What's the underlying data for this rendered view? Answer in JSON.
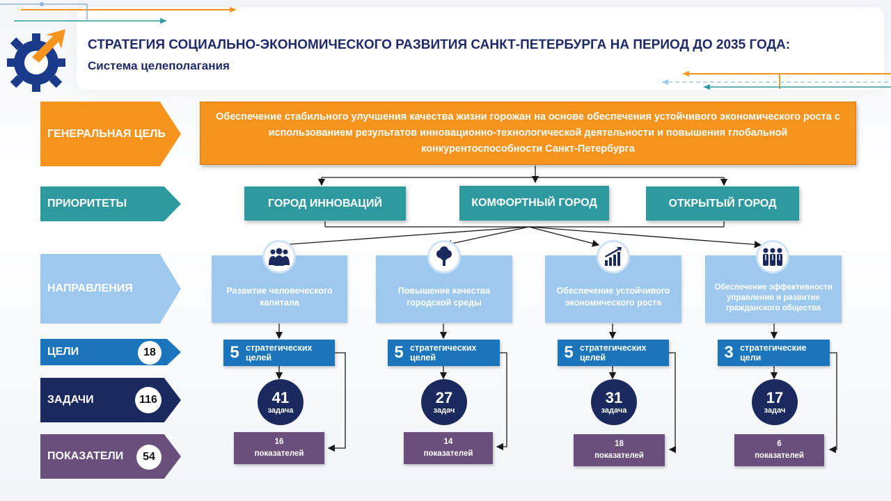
{
  "header": {
    "title": "СТРАТЕГИЯ СОЦИАЛЬНО-ЭКОНОМИЧЕСКОГО РАЗВИТИЯ САНКТ-ПЕТЕРБУРГА НА ПЕРИОД ДО 2035 ГОДА:",
    "subtitle": "Система целеполагания"
  },
  "colors": {
    "orange": "#f7941d",
    "teal": "#2e9aa0",
    "light_blue": "#9ec9ee",
    "blue": "#1b75bc",
    "navy": "#1b2a5e",
    "purple": "#6a4f7d",
    "title": "#1f2a6b"
  },
  "levels": [
    {
      "label": "ГЕНЕРАЛЬНАЯ ЦЕЛЬ",
      "count": ""
    },
    {
      "label": "ПРИОРИТЕТЫ",
      "count": ""
    },
    {
      "label": "НАПРАВЛЕНИЯ",
      "count": ""
    },
    {
      "label": "ЦЕЛИ",
      "count": "18"
    },
    {
      "label": "ЗАДАЧИ",
      "count": "116"
    },
    {
      "label": "ПОКАЗАТЕЛИ",
      "count": "54"
    }
  ],
  "general_goal": "Обеспечение стабильного улучшения качества жизни горожан на основе обеспечения устойчивого экономического роста с использованием результатов инновационно-технологической деятельности и повышения глобальной конкурентоспособности Санкт-Петербурга",
  "priorities": [
    "ГОРОД ИННОВАЦИЙ",
    "КОМФОРТНЫЙ ГОРОД",
    "ОТКРЫТЫЙ ГОРОД"
  ],
  "directions": [
    {
      "icon": "people-group-icon",
      "label": "Развитие человеческого капитала",
      "goals_num": "5",
      "goals_label": "стратегических целей",
      "tasks_num": "41",
      "tasks_label": "задача",
      "ind_num": "16",
      "ind_label": "показателей"
    },
    {
      "icon": "tree-icon",
      "label": "Повышение качества городской среды",
      "goals_num": "5",
      "goals_label": "стратегических целей",
      "tasks_num": "27",
      "tasks_label": "задач",
      "ind_num": "14",
      "ind_label": "показателей"
    },
    {
      "icon": "growth-chart-icon",
      "label": "Обеспечение устойчивого экономического роста",
      "goals_num": "5",
      "goals_label": "стратегических целей",
      "tasks_num": "31",
      "tasks_label": "задача",
      "ind_num": "18",
      "ind_label": "показателей"
    },
    {
      "icon": "business-team-icon",
      "label": "Обеспечение эффективности управления и развитие гражданского общества",
      "goals_num": "3",
      "goals_label": "стратегические цели",
      "tasks_num": "17",
      "tasks_label": "задач",
      "ind_num": "6",
      "ind_label": "показателей"
    }
  ]
}
